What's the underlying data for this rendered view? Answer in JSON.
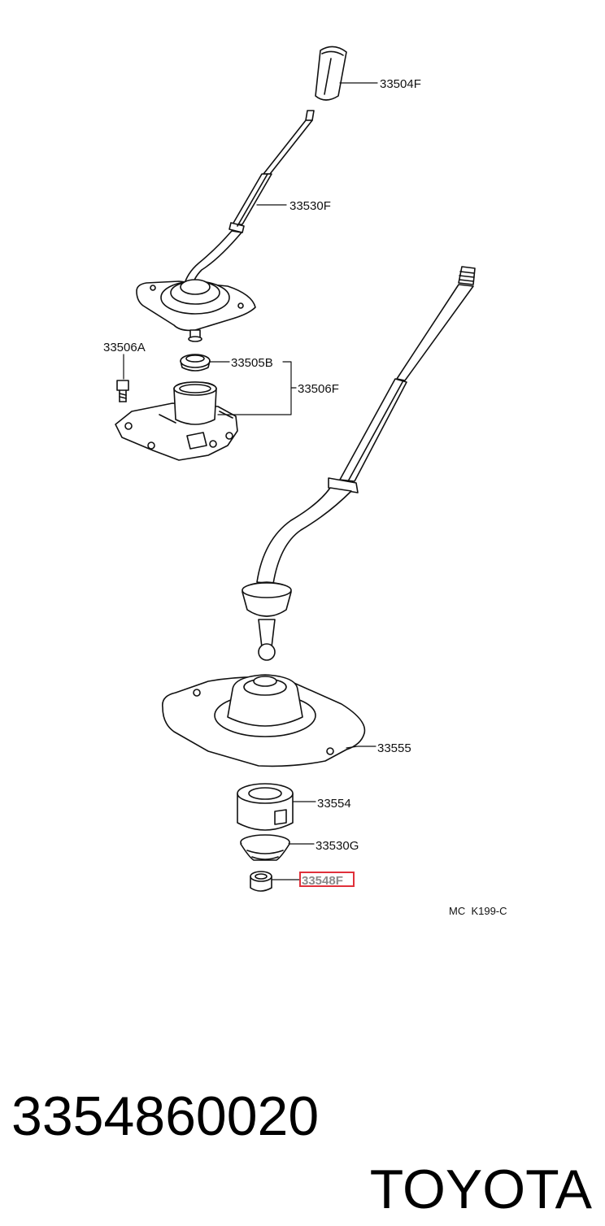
{
  "labels": {
    "knob": "33504F",
    "lever_upper": "33530F",
    "bolt": "33506A",
    "bushing": "33505B",
    "housing_assy": "33506F",
    "retainer": "33555",
    "seat": "33554",
    "boot": "33530G",
    "highlighted_part": "33548F",
    "diagram_code": "MC  K199-C"
  },
  "caption": {
    "part_number": "3354860020",
    "brand": "TOYOTA"
  },
  "colors": {
    "highlight": "#e0303a",
    "highlight_text": "#8a8a8a",
    "ink": "#111111"
  }
}
